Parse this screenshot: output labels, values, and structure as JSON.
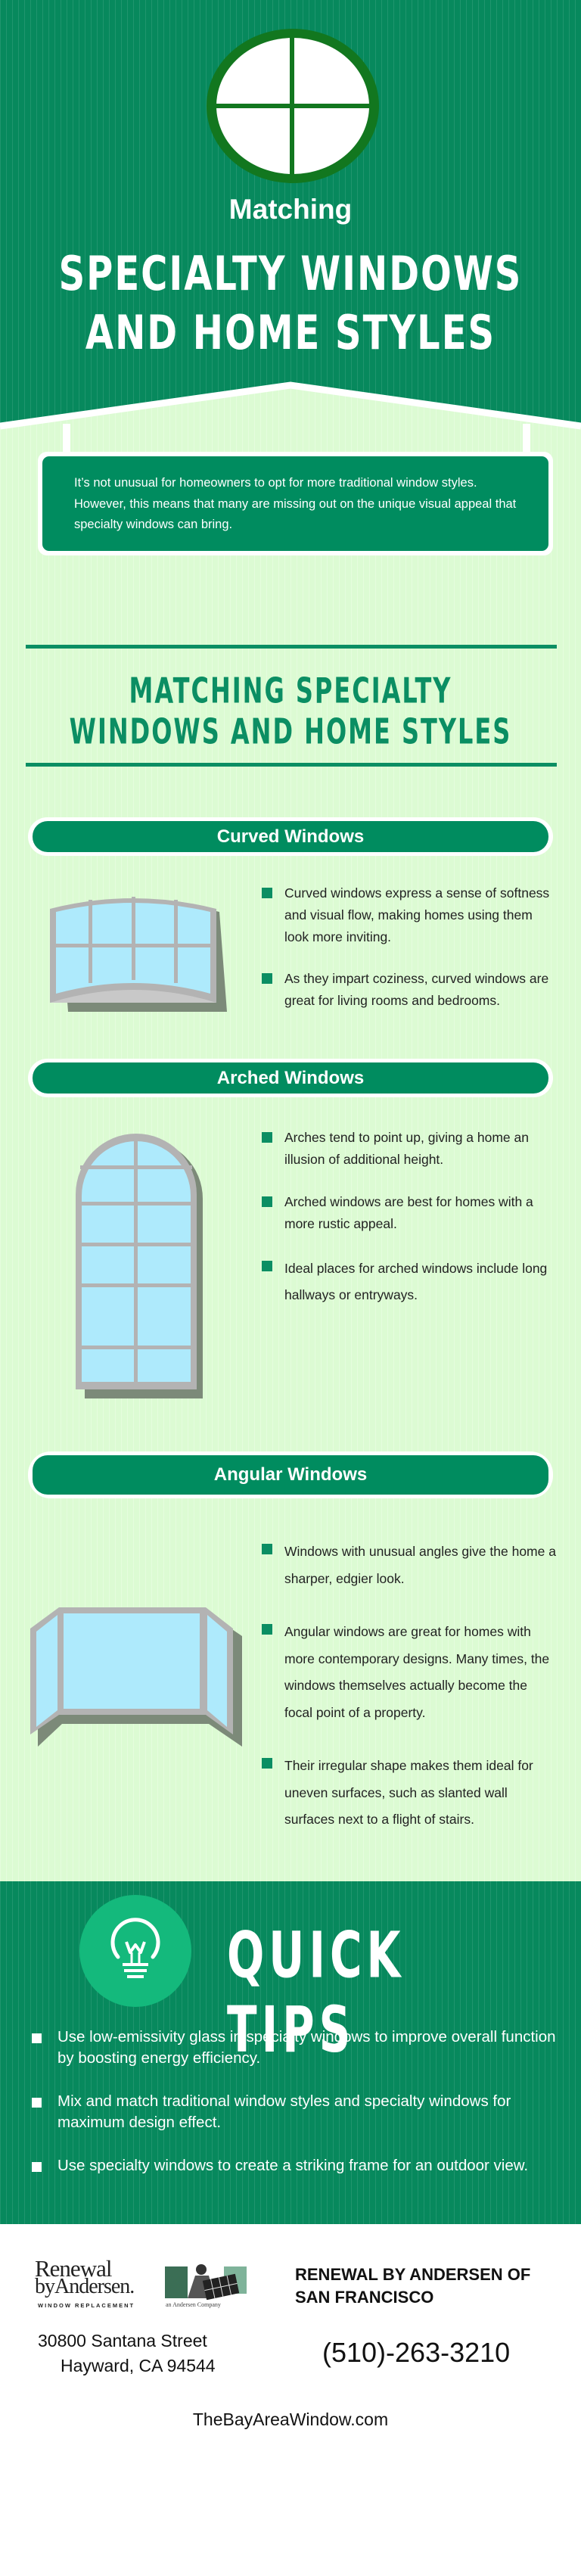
{
  "header": {
    "kicker": "Matching",
    "title_line1": "SPECIALTY WINDOWS",
    "title_line2": "AND HOME STYLES",
    "icon": "round-window-icon"
  },
  "intro": {
    "text": "It’s not unusual for homeowners to opt for more traditional window styles. However, this means that many are missing out on the unique visual  appeal that specialty windows can bring."
  },
  "section_title": {
    "line1": "MATCHING SPECIALTY",
    "line2": "WINDOWS AND HOME STYLES"
  },
  "sections": [
    {
      "title": "Curved Windows",
      "icon": "curved-window-icon",
      "bullets": [
        "Curved windows express a sense of softness and visual flow, making homes using them look more inviting.",
        "As they impart coziness, curved windows are great for living rooms and bedrooms."
      ]
    },
    {
      "title": "Arched Windows",
      "icon": "arched-window-icon",
      "bullets": [
        "Arches tend to point up, giving a home an illusion of additional height.",
        "Arched windows are best for homes with a more rustic appeal.",
        "Ideal places for arched windows include long hallways or entryways."
      ]
    },
    {
      "title": "Angular Windows",
      "icon": "angular-window-icon",
      "bullets": [
        "Windows with unusual angles give the home a sharper, edgier look.",
        "Angular windows are great for homes with more contemporary designs. Many times, the windows themselves actually become the focal point of a property.",
        "Their irregular shape makes them ideal for uneven surfaces, such as slanted wall surfaces next to a flight of stairs."
      ]
    }
  ],
  "quick_tips": {
    "title": "QUICK TIPS",
    "icon": "light-bulb-icon",
    "items": [
      "Use low-emissivity glass in specialty  windows to improve overall function by boosting energy efficiency.",
      "Mix and match traditional window styles and specialty windows for maximum design effect.",
      "Use specialty windows to create a striking frame for an outdoor view."
    ]
  },
  "footer": {
    "logo": {
      "line1": "Renewal",
      "line2": "byAndersen.",
      "tagline": "WINDOW REPLACEMENT",
      "sub": "an Andersen Company"
    },
    "company": "RENEWAL BY ANDERSEN OF SAN FRANCISCO",
    "address_line1": "30800 Santana Street",
    "address_line2": "Hayward, CA 94544",
    "phone": "(510)-263-3210",
    "website": "TheBayAreaWindow.com"
  },
  "colors": {
    "primary_green": "#07895d",
    "bar_green": "#008c5f",
    "light_background": "#dcfbd3",
    "glass": "#aeeafc",
    "frame": "#b3b3b3",
    "bulb_circle": "#14b97c"
  }
}
